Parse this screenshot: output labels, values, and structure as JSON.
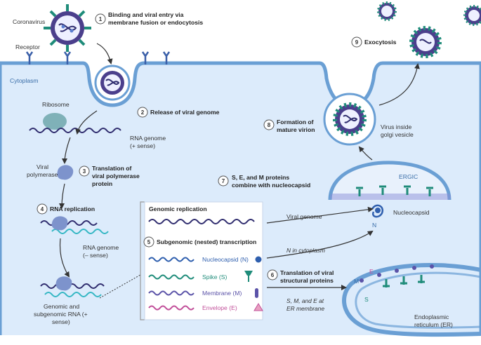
{
  "labels": {
    "coronavirus": "Coronavirus",
    "receptor": "Receptor",
    "cytoplasm": "Cytoplasm",
    "ribosome": "Ribosome",
    "rna_genome_pos_1": "RNA genome",
    "rna_genome_pos_2": "(+ sense)",
    "viral_polymerase_1": "Viral",
    "viral_polymerase_2": "polymerase",
    "rna_genome_neg_1": "RNA genome",
    "rna_genome_neg_2": "(– sense)",
    "gsrna_1": "Genomic and",
    "gsrna_2": "subgenomic RNA (+",
    "gsrna_3": "sense)",
    "virus_golgi_1": "Virus inside",
    "virus_golgi_2": "golgi vesicle",
    "ergic": "ERGIC",
    "nucleocapsid": "Nucleocapsid",
    "n_letter": "N",
    "viral_genome": "Viral genome",
    "n_in_cytoplasm": "N in cytoplasm",
    "sme_er_1": "S, M, and E at",
    "sme_er_2": "ER membrane",
    "m_letter": "M",
    "e_letter": "E",
    "s_letter": "S",
    "er_1": "Endoplasmic",
    "er_2": "reticulum (ER)"
  },
  "steps": [
    {
      "num": "1",
      "line1": "Binding and viral entry via",
      "line2": "membrane fusion or endocytosis"
    },
    {
      "num": "2",
      "line1": "Release of viral genome",
      "line2": ""
    },
    {
      "num": "3",
      "line1": "Translation of",
      "line2": "viral polymerase",
      "line3": "protein"
    },
    {
      "num": "4",
      "line1": "RNA replication",
      "line2": ""
    },
    {
      "num": "5",
      "line1": "Subgenomic (nested) transcription",
      "line2": ""
    },
    {
      "num": "6",
      "line1": "Translation of viral",
      "line2": "structural proteins"
    },
    {
      "num": "7",
      "line1": "S, E, and M proteins",
      "line2": "combine with nucleocapsid"
    },
    {
      "num": "8",
      "line1": "Formation of",
      "line2": "mature virion"
    },
    {
      "num": "9",
      "line1": "Exocytosis",
      "line2": ""
    }
  ],
  "panel": {
    "genomic_replication": "Genomic replication",
    "items": [
      {
        "label": "Nucleocapsid (N)",
        "color": "#2f5fae"
      },
      {
        "label": "Spike (S)",
        "color": "#1f8c7a"
      },
      {
        "label": "Membrane (M)",
        "color": "#5b53a8"
      },
      {
        "label": "Envelope (E)",
        "color": "#c2509a"
      }
    ]
  },
  "colors": {
    "cytoplasm": "#dcebfb",
    "membrane": "#6a9fd4",
    "spike": "#1f8c7a",
    "virus_envelope": "#4b3f8c",
    "rna": "#2f2c6e",
    "rna_neg": "#35b7c4",
    "envelope_pink": "#c2509a"
  }
}
